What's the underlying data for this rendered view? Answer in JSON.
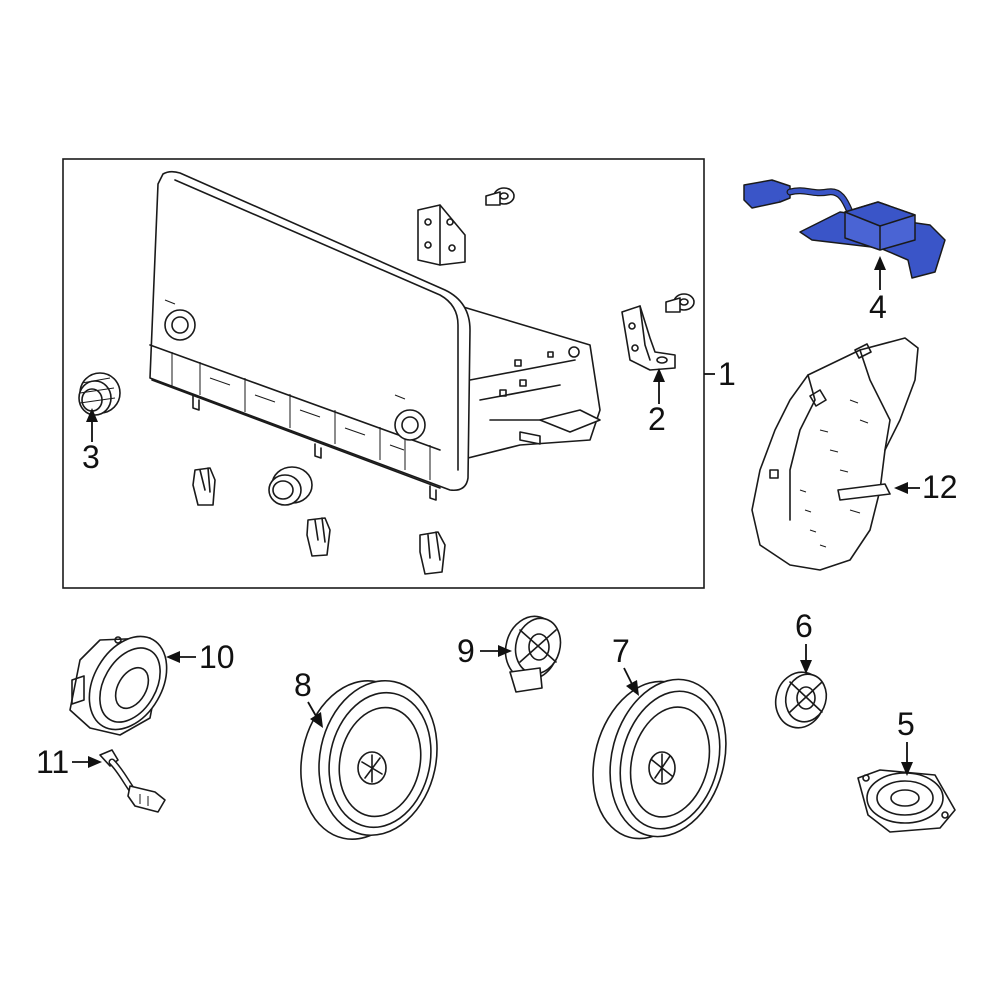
{
  "diagram": {
    "highlight_color": "#3a55c8",
    "callouts": [
      {
        "id": "1",
        "text": "1"
      },
      {
        "id": "2",
        "text": "2"
      },
      {
        "id": "3",
        "text": "3"
      },
      {
        "id": "4",
        "text": "4"
      },
      {
        "id": "5",
        "text": "5"
      },
      {
        "id": "6",
        "text": "6"
      },
      {
        "id": "7",
        "text": "7"
      },
      {
        "id": "8",
        "text": "8"
      },
      {
        "id": "9",
        "text": "9"
      },
      {
        "id": "10",
        "text": "10"
      },
      {
        "id": "11",
        "text": "11"
      },
      {
        "id": "12",
        "text": "12"
      }
    ]
  }
}
